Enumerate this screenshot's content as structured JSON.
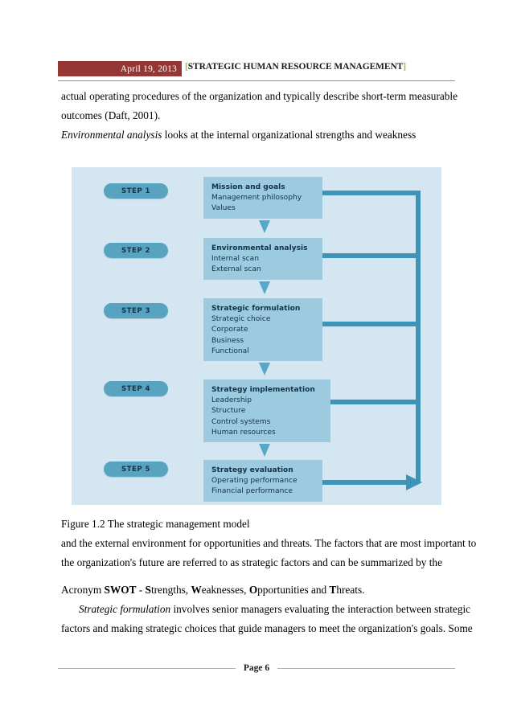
{
  "header": {
    "date": "April 19, 2013",
    "bracket_open": "[",
    "title": "STRATEGIC HUMAN RESOURCE MANAGEMENT",
    "bracket_close": "]",
    "band_color": "#953735",
    "bracket_color": "#9bbb59"
  },
  "paragraphs": {
    "top": {
      "line1": "actual operating procedures of the organization and typically describe short-term measurable",
      "line2": "outcomes (Daft, 2001).",
      "line3_italic": "Environmental analysis",
      "line3_rest": " looks at the internal organizational strengths and weakness"
    },
    "caption": {
      "line1": "Figure 1.2  The strategic management model",
      "line2": "and the external environment for opportunities and threats. The factors that are most important to",
      "line3": "the organization's future are referred to as strategic factors and can be summarized by the"
    },
    "bottom": {
      "swot_prefix": "Acronym ",
      "swot_acronym": "SWOT",
      "swot_dash": " - ",
      "s_bold": "S",
      "s_rest": "trengths, ",
      "w_bold": "W",
      "w_rest": "eaknesses, ",
      "o_bold": "O",
      "o_rest": "pportunities and ",
      "t_bold": "T",
      "t_rest": "hreats.",
      "line2_italic": "Strategic formulation",
      "line2_rest": " involves senior managers evaluating the interaction between strategic",
      "line3": "factors and making strategic choices that guide managers to meet the organization's goals. Some"
    }
  },
  "figure": {
    "panel_color": "#d4e6f1",
    "pill_color": "#58a4c0",
    "box_color": "#9ccadf",
    "arrow_color": "#3d93b8",
    "text_color": "#12334a",
    "steps": [
      {
        "label": "STEP 1"
      },
      {
        "label": "STEP 2"
      },
      {
        "label": "STEP 3"
      },
      {
        "label": "STEP 4"
      },
      {
        "label": "STEP 5"
      }
    ],
    "boxes": [
      {
        "title": "Mission and goals",
        "items": [
          "Management philosophy",
          "Values"
        ]
      },
      {
        "title": "Environmental analysis",
        "items": [
          "Internal scan",
          "External scan"
        ]
      },
      {
        "title": "Strategic formulation",
        "items": [
          "Strategic choice",
          "Corporate",
          "Business",
          "Functional"
        ]
      },
      {
        "title": "Strategy implementation",
        "items": [
          "Leadership",
          "Structure",
          "Control systems",
          "Human resources"
        ]
      },
      {
        "title": "Strategy evaluation",
        "items": [
          "Operating performance",
          "Financial performance"
        ]
      }
    ]
  },
  "footer": {
    "page_label": "Page 6"
  }
}
